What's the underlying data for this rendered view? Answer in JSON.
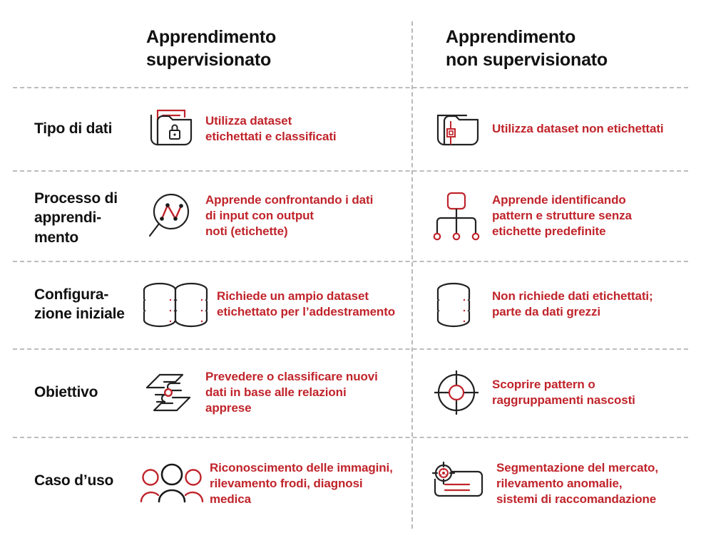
{
  "colors": {
    "accent_red": "#c0242b",
    "text_dark": "#111111",
    "divider_gray": "#bdbdbd",
    "icon_dark": "#222222"
  },
  "header": {
    "left": "Apprendimento\nsupervisionato",
    "left_line1": "Apprendimento",
    "left_line2": "supervisionato",
    "right_line1": "Apprendimento",
    "right_line2": "non supervisionato"
  },
  "rows": [
    {
      "label": "Tipo di dati",
      "left": {
        "icon": "folder-lock-icon",
        "text": "Utilizza dataset\netichettati e classificati"
      },
      "right": {
        "icon": "folder-plain-icon",
        "text": "Utilizza dataset non etichettati"
      }
    },
    {
      "label": "Processo di apprendi-mento",
      "label_line1": "Processo di",
      "label_line2": "apprendi-",
      "label_line3": "mento",
      "left": {
        "icon": "magnifier-chart-icon",
        "text": "Apprende confrontando i dati\ndi input con output\nnoti (etichette)"
      },
      "right": {
        "icon": "tree-cluster-icon",
        "text": "Apprende identificando\npattern e strutture senza\netichette predefinite"
      }
    },
    {
      "label": "Configura-zione iniziale",
      "label_line1": "Configura-",
      "label_line2": "zione iniziale",
      "left": {
        "icon": "double-database-icon",
        "text": "Richiede un ampio dataset\netichettato per l’addestramento"
      },
      "right": {
        "icon": "single-database-icon",
        "text": "Non richiede dati etichettati;\nparte da dati grezzi"
      }
    },
    {
      "label": "Obiettivo",
      "left": {
        "icon": "hands-data-icon",
        "text": "Prevedere o classificare nuovi\ndati in base alle relazioni\napprese"
      },
      "right": {
        "icon": "target-crosshair-icon",
        "text": "Scoprire pattern o\nraggruppamenti nascosti"
      }
    },
    {
      "label": "Caso d’uso",
      "left": {
        "icon": "people-group-icon",
        "text": "Riconoscimento delle immagini,\nrilevamento frodi, diagnosi\nmedica"
      },
      "right": {
        "icon": "target-document-icon",
        "text": "Segmentazione del mercato,\nrilevamento anomalie,\nsistemi di raccomandazione"
      }
    }
  ]
}
